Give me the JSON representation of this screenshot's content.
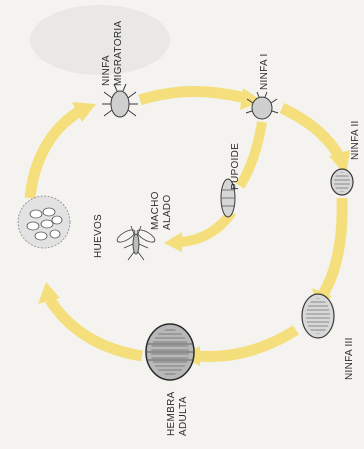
{
  "diagram": {
    "stages": {
      "ninfa_migratoria": [
        "NINFA",
        "MIGRATORIA"
      ],
      "ninfa_1": "NINFA I",
      "ninfa_2": "NINFA II",
      "ninfa_3": "NINFA III",
      "hembra_adulta": [
        "HEMBRA",
        "ADULTA"
      ],
      "huevos": "HUEVOS",
      "pupoide": "PUPOIDE",
      "macho_alado": [
        "MACHO",
        "ALADO"
      ]
    },
    "colors": {
      "arrow": "#f4df7c",
      "background": "#f4f3ef",
      "insect_stroke": "#3a3a3a",
      "text": "#2b2b2b"
    }
  }
}
